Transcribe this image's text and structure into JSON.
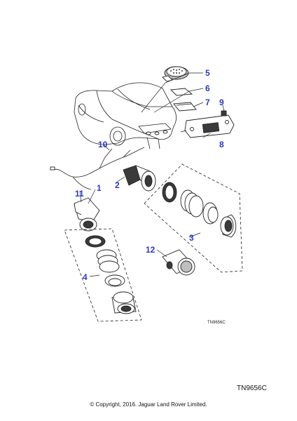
{
  "diagram": {
    "callouts": [
      {
        "id": "c1",
        "label": "1"
      },
      {
        "id": "c2",
        "label": "2"
      },
      {
        "id": "c3",
        "label": "3"
      },
      {
        "id": "c4",
        "label": "4"
      },
      {
        "id": "c5",
        "label": "5"
      },
      {
        "id": "c6",
        "label": "6"
      },
      {
        "id": "c7",
        "label": "7"
      },
      {
        "id": "c8",
        "label": "8"
      },
      {
        "id": "c9",
        "label": "9"
      },
      {
        "id": "c10",
        "label": "10"
      },
      {
        "id": "c11",
        "label": "11"
      },
      {
        "id": "c12",
        "label": "12"
      }
    ],
    "inner_ref": "TN9656C",
    "callout_color": "#2a38c9"
  },
  "footer": {
    "ref_code": "TN9656C",
    "copyright": "© Copyright, 2016. Jaguar Land Rover Limited."
  }
}
